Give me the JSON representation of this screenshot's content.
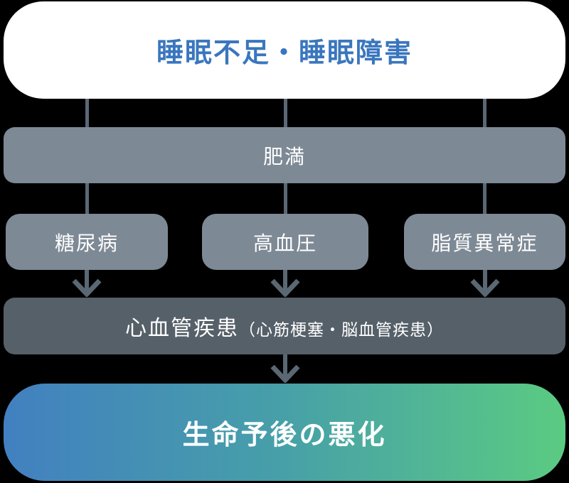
{
  "diagram": {
    "title": "睡眠不足・睡眠障害 flow diagram",
    "root": {
      "label": "睡眠不足・睡眠障害"
    },
    "level2": {
      "label": "肥満"
    },
    "level3": [
      {
        "label": "糖尿病"
      },
      {
        "label": "高血圧"
      },
      {
        "label": "脂質異常症"
      }
    ],
    "level4": {
      "main": "心血管疾患",
      "sub": "（心筋梗塞・脳血管疾患）"
    },
    "outcome": {
      "label": "生命予後の悪化"
    }
  },
  "colors": {
    "background": "#000000",
    "title_text_blue": "#3a76be",
    "box_gray": "#7d8995",
    "box_dark_slate": "#566069",
    "connector_line": "#5a6874",
    "gradient_left_blue": "#4280c0",
    "gradient_right_green": "#5bcb82",
    "text_white": "#ffffff"
  },
  "icons": {
    "arrow_down": "chevron-down-arrow"
  }
}
